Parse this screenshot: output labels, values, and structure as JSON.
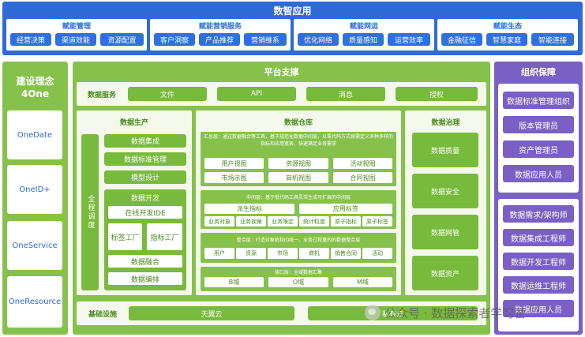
{
  "top": {
    "title": "数智应用",
    "groups": [
      {
        "title": "赋能管理",
        "items": [
          "经营决策",
          "渠道效能",
          "资源配置"
        ]
      },
      {
        "title": "赋能营销服务",
        "items": [
          "客户洞察",
          "产品推荐",
          "营销维系"
        ]
      },
      {
        "title": "赋能网运",
        "items": [
          "优化网络",
          "质量感知",
          "运营效率"
        ]
      },
      {
        "title": "赋能生态",
        "items": [
          "金融征信",
          "智慧家庭",
          "智能连接"
        ]
      }
    ]
  },
  "left": {
    "title": "建设理念",
    "subtitle": "4One",
    "items": [
      "OneDate",
      "OneID+",
      "OneService",
      "OneResource"
    ]
  },
  "platform": {
    "title": "平台支撑",
    "services_label": "数据服务",
    "services": [
      "文件",
      "API",
      "消息",
      "授权"
    ],
    "production": {
      "title": "数据生产",
      "vertical": "全程调度",
      "items": [
        "数据集成",
        "数据标准管理",
        "模型设计"
      ],
      "dev_title": "数据开发",
      "dev_items": [
        "在线开发IDE",
        "标签工厂",
        "指标工厂",
        "数据融合",
        "数据编排"
      ]
    },
    "warehouse": {
      "title": "数据仓库",
      "summary_layer": {
        "desc": "汇总层：通过数据融合等工具，基于规范化数据中间层，以零代码方式按需定义多种多样的指标和应用宽表，快速满足业务需求",
        "items": [
          "用户视图",
          "资源视图",
          "活动视图",
          "市场示图",
          "商机视图",
          "合同视图"
        ]
      },
      "middle_layer": {
        "desc": "中间层：基于低代码工具灵活生成可扩展的中间层",
        "items": [
          "派生指标",
          "应用标签",
          "业务对象",
          "业务视角",
          "业务限定",
          "统计粒度",
          "原子指标",
          "原子标签"
        ]
      },
      "integration_layer": {
        "desc": "整合层：打造对象统和ID统一、业务过程重的的数据整合层",
        "items": [
          "用户",
          "资源",
          "市场",
          "商机",
          "销售合同",
          "活动"
        ]
      },
      "interface_layer": {
        "desc": "接口层：全域数据汇聚",
        "items": [
          "B域",
          "O域",
          "M域"
        ]
      }
    },
    "governance": {
      "title": "数据治理",
      "items": [
        "数据质量",
        "数据安全",
        "数据网管",
        "数据资产"
      ]
    },
    "infra_label": "基础设施",
    "infra": [
      "天翼云",
      "私有云"
    ]
  },
  "right": {
    "title": "组织保障",
    "group1": [
      "数据标准管理组织",
      "版本管理员",
      "资产管理员",
      "数据应用人员"
    ],
    "group2": [
      "数据需求/架构师",
      "数据集成工程师",
      "数据开发工程师",
      "数据运维工程师",
      "数据应用人员"
    ]
  },
  "watermark": "公众号 · 数据探索者学习营",
  "colors": {
    "blue": "#2e6bd6",
    "green": "#86c24b",
    "purple": "#7a5fc4"
  }
}
